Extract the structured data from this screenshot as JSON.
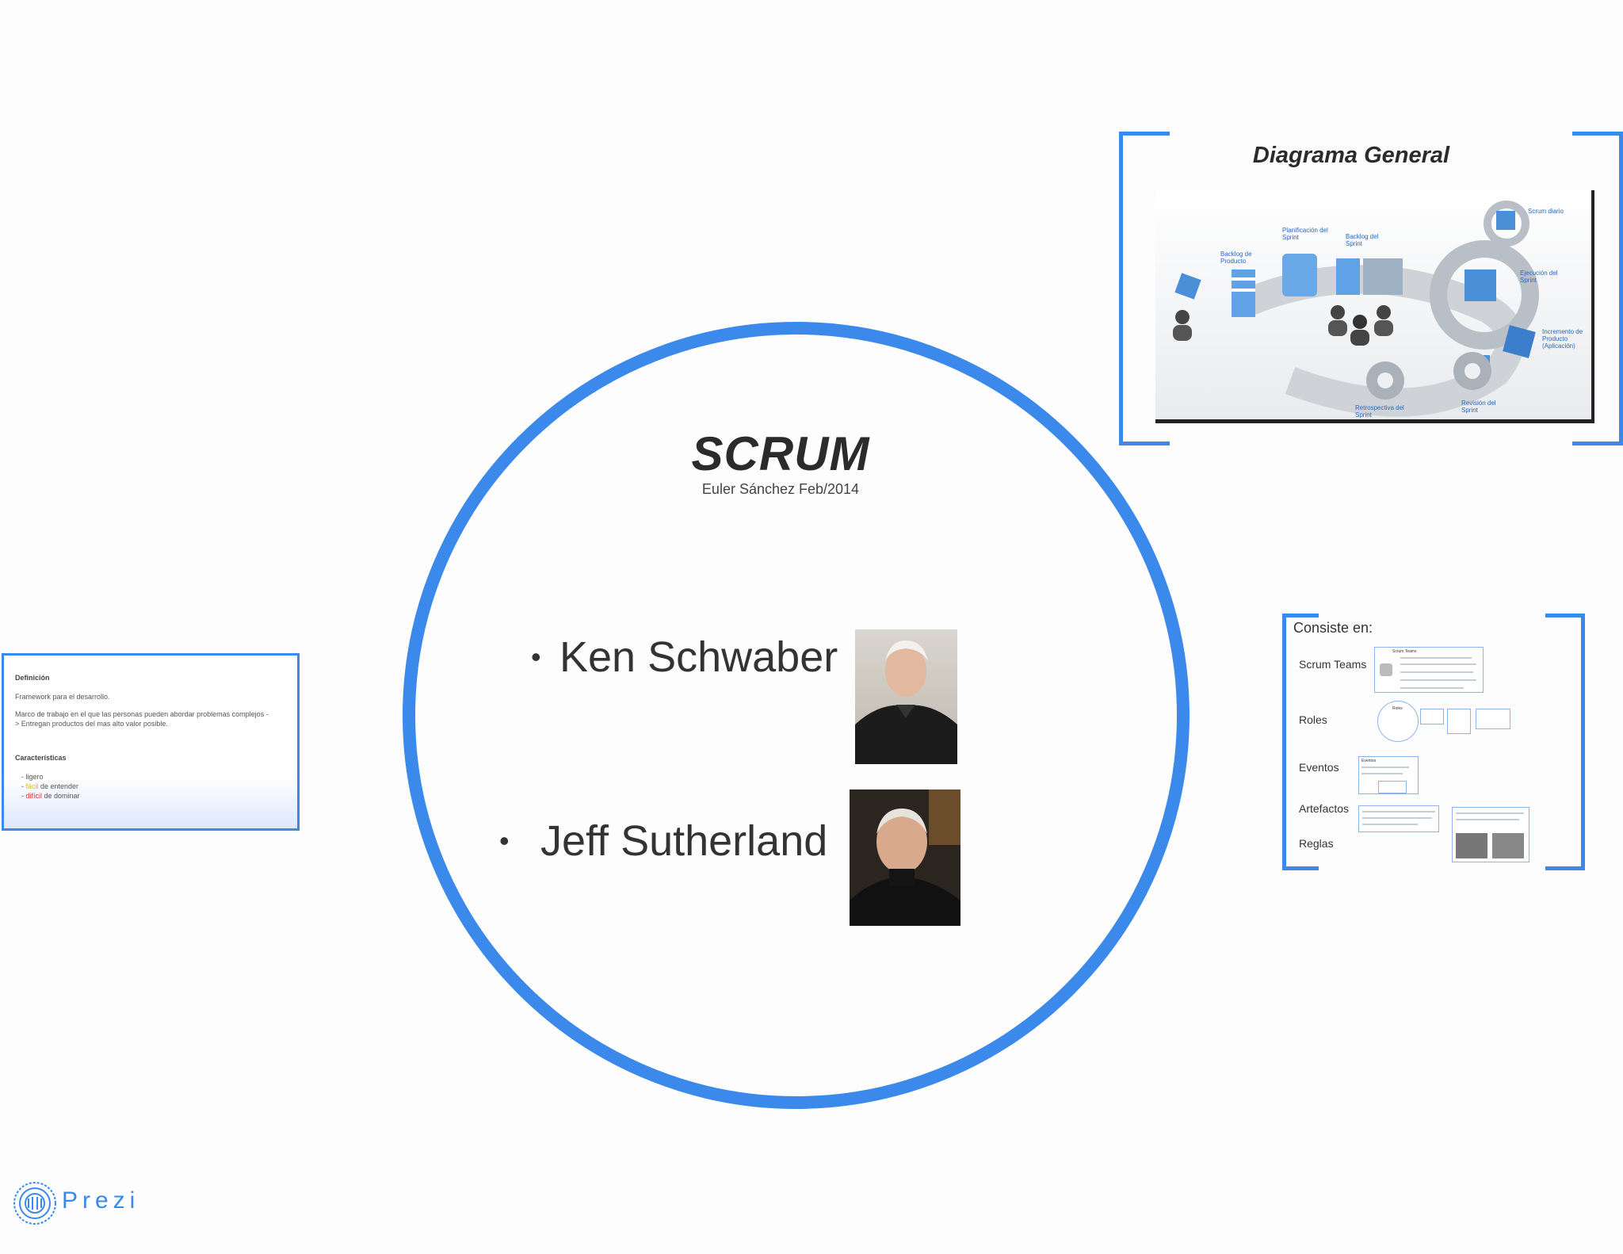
{
  "main": {
    "title": "SCRUM",
    "subtitle": "Euler Sánchez Feb/2014",
    "people": [
      {
        "bullet": "•",
        "name": "Ken Schwaber"
      },
      {
        "bullet": "•",
        "name": "Jeff Sutherland"
      }
    ]
  },
  "diagram": {
    "title": "Diagrama General",
    "labels": {
      "backlog_producto": "Backlog de Producto",
      "planificacion": "Planificación del Sprint",
      "backlog_sprint": "Backlog del Sprint",
      "scrum_diario": "Scrum diario",
      "ejecucion": "Ejecución del Sprint",
      "incremento": "Incremento de Producto (Aplicación)",
      "revision": "Revisión del Sprint",
      "retrospectiva": "Retrospectiva del Sprint"
    }
  },
  "definicion": {
    "heading": "Definición",
    "line1": "Framework para el desarrollo.",
    "line2": "Marco de trabajo en el que las personas pueden abordar problemas complejos ->  Entregan productos del mas alto valor posible.",
    "caracteristicas_heading": "Características",
    "item1": "- ligero",
    "item2_prefix": "- ",
    "item2_word": "fácil",
    "item2_suffix": " de entender",
    "item3_prefix": "- ",
    "item3_word": "difícil",
    "item3_suffix": " de dominar"
  },
  "consiste": {
    "title": "Consiste en:",
    "items": [
      "Scrum Teams",
      "Roles",
      "Eventos",
      "Artefactos",
      "Reglas"
    ],
    "thumb_scrum_teams_title": "Scrum Teams",
    "thumb_roles_title": "Roles",
    "thumb_eventos_title": "Eventos"
  },
  "logo": {
    "text": "Prezi"
  },
  "colors": {
    "accent": "#3c89ec"
  }
}
